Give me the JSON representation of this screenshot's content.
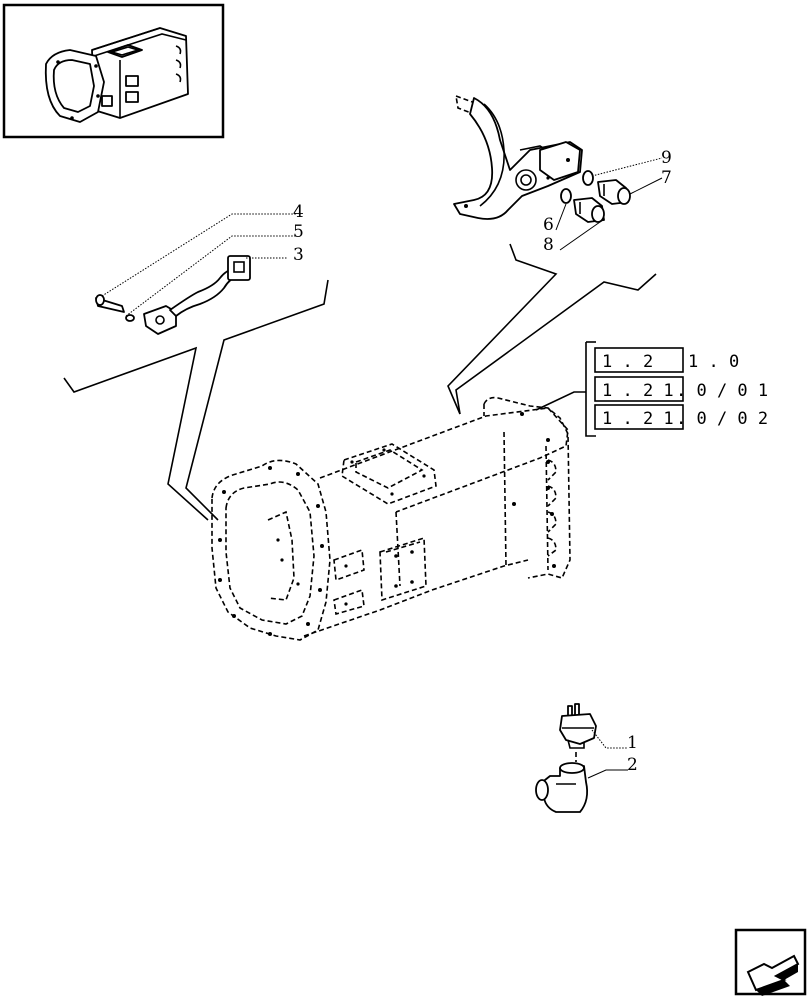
{
  "callouts": {
    "c1": "1",
    "c2": "2",
    "c3": "3",
    "c4": "4",
    "c5": "5",
    "c6": "6",
    "c7": "7",
    "c8": "8",
    "c9": "9"
  },
  "references": [
    {
      "boxed": "1 . 2",
      "rest": "1 . 0"
    },
    {
      "boxed": "1 . 2 1",
      "rest": ". 0 / 0 1"
    },
    {
      "boxed": "1 . 2 1",
      "rest": ". 0 / 0 2"
    }
  ],
  "icons": {
    "thumbnail": "transmission-housing-thumbnail",
    "nav": "next-page-arrow-icon"
  }
}
